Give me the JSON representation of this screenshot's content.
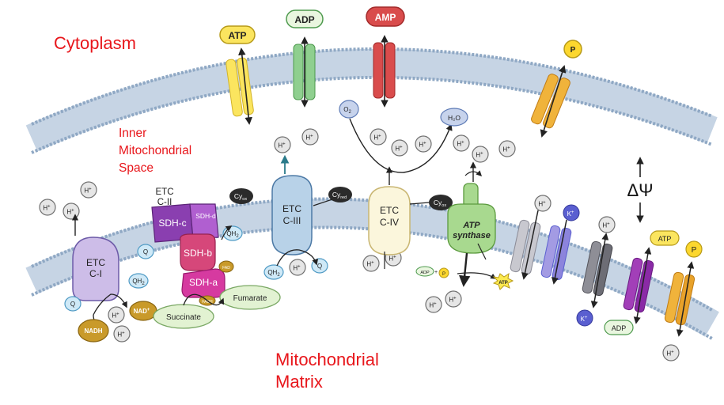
{
  "regions": {
    "cytoplasm": "Cytoplasm",
    "ims": "Inner\nMitochondrial\nSpace",
    "matrix": "Mitochondrial\nMatrix"
  },
  "channels": {
    "atp": "ATP",
    "adp": "ADP",
    "amp": "AMP",
    "p_top": "P"
  },
  "complexes": {
    "etc1": "ETC\nC-I",
    "etc2": "ETC\nC-II",
    "etc3": "ETC\nC-III",
    "etc4": "ETC\nC-IV",
    "atp_synthase": "ATP\nsynthase"
  },
  "sdh": {
    "c": "SDH-c",
    "d": "SDH-d",
    "b": "SDH-b",
    "a": "SDH-a",
    "fad": "FAD",
    "fadh": "FADH"
  },
  "molecules": {
    "h": "H",
    "k": "K",
    "plus": "+",
    "q": "Q",
    "qh2_main": "QH",
    "qh2_sub": "2",
    "cyt": "Cy",
    "ox": "ox",
    "red": "red",
    "o2_main": "O",
    "o2_sub": "2",
    "h2o": "H₂O",
    "nadh": "NADH",
    "nad": "NAD",
    "succinate": "Succinate",
    "fumarate": "Fumarate",
    "atp": "ATP",
    "adp": "ADP",
    "p": "P"
  },
  "symbols": {
    "delta_psi": "ΔΨ"
  },
  "colors": {
    "region_label": "#e8161b",
    "membrane_head": "#8fa8c4",
    "membrane_tail": "#c6d4e4",
    "atp_yellow": "#fbe55f",
    "adp_green": "#8fcf8f",
    "amp_red": "#d94c4c",
    "p_orange": "#f0b33b",
    "etc1_purple": "#cdbde8",
    "sdh_purple": "#8a3fb0",
    "sdh_pink": "#d6477a",
    "etc3_blue": "#b8d2e8",
    "etc4_cream": "#fbf6dc",
    "atp_synthase_green": "#a8d98f",
    "k_blue": "#5a5fd0",
    "nadh_gold": "#c99a2a"
  }
}
